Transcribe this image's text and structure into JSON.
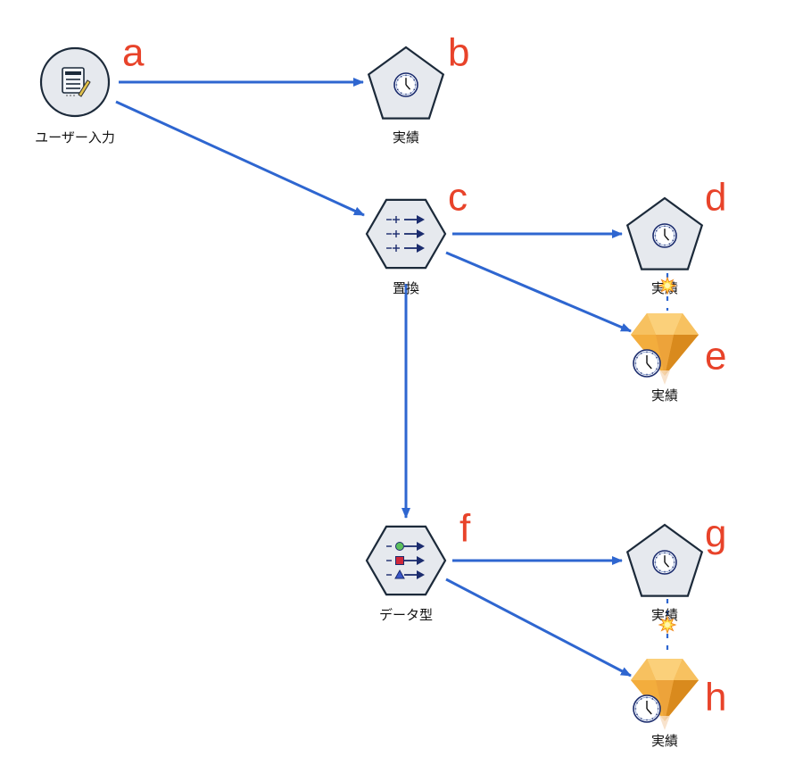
{
  "colors": {
    "edge": "#2e66d0",
    "letter": "#e8432a",
    "node_fill": "#e6e9ee",
    "node_stroke": "#1c2a3a",
    "gem_light": "#fbd07a",
    "gem_mid": "#f3ad3d",
    "gem_dark": "#d98a1d"
  },
  "nodes": [
    {
      "id": "a",
      "shape": "circle",
      "icon": "user-input-form-icon",
      "label": "ユーザー入力",
      "letter": "a"
    },
    {
      "id": "b",
      "shape": "pentagon",
      "icon": "clock-icon",
      "label": "実績",
      "letter": "b"
    },
    {
      "id": "c",
      "shape": "hexagon",
      "icon": "replace-arrows-icon",
      "label": "置換",
      "letter": "c"
    },
    {
      "id": "d",
      "shape": "pentagon",
      "icon": "clock-icon",
      "label": "実績",
      "letter": "d"
    },
    {
      "id": "e",
      "shape": "gem",
      "icon": "clock-icon",
      "label": "実績",
      "letter": "e"
    },
    {
      "id": "f",
      "shape": "hexagon",
      "icon": "type-shapes-icon",
      "label": "データ型",
      "letter": "f"
    },
    {
      "id": "g",
      "shape": "pentagon",
      "icon": "clock-icon",
      "label": "実績",
      "letter": "g"
    },
    {
      "id": "h",
      "shape": "gem",
      "icon": "clock-icon",
      "label": "実績",
      "letter": "h"
    }
  ],
  "edges": [
    {
      "from": "a",
      "to": "b",
      "style": "arrow"
    },
    {
      "from": "a",
      "to": "c",
      "style": "arrow"
    },
    {
      "from": "c",
      "to": "d",
      "style": "arrow"
    },
    {
      "from": "c",
      "to": "e",
      "style": "arrow"
    },
    {
      "from": "c",
      "to": "f",
      "style": "arrow"
    },
    {
      "from": "f",
      "to": "g",
      "style": "arrow"
    },
    {
      "from": "f",
      "to": "h",
      "style": "arrow"
    },
    {
      "from": "d",
      "to": "e",
      "style": "model-link"
    },
    {
      "from": "g",
      "to": "h",
      "style": "model-link"
    }
  ]
}
